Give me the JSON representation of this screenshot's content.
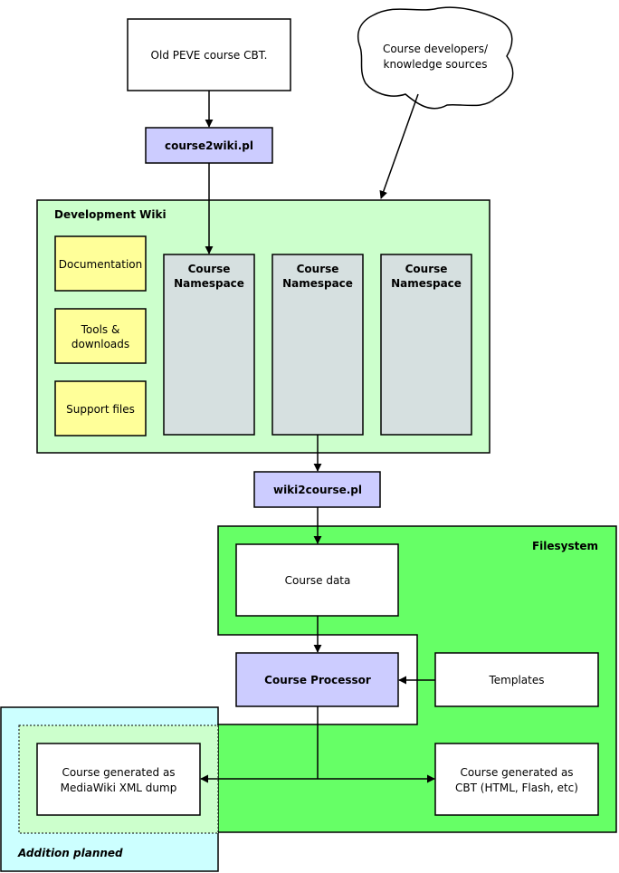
{
  "colors": {
    "dev_wiki_fill": "#ccffcc",
    "filesystem_fill": "#66ff66",
    "addition_fill": "#ccffff",
    "script_fill": "#ccccff",
    "processor_fill": "#ccccff",
    "side_box_fill": "#ffff99",
    "namespace_fill": "#d6e0e0",
    "stroke": "#000000"
  },
  "nodes": {
    "old_cbt": "Old PEVE course CBT.",
    "developers": {
      "line1": "Course developers/",
      "line2": "knowledge sources"
    },
    "course2wiki": "course2wiki.pl",
    "dev_wiki_title": "Development Wiki",
    "documentation": "Documentation",
    "tools": {
      "line1": "Tools &",
      "line2": "downloads"
    },
    "support_files": "Support files",
    "namespaces": [
      {
        "line1": "Course",
        "line2": "Namespace"
      },
      {
        "line1": "Course",
        "line2": "Namespace"
      },
      {
        "line1": "Course",
        "line2": "Namespace"
      }
    ],
    "wiki2course": "wiki2course.pl",
    "filesystem_title": "Filesystem",
    "course_data": "Course data",
    "course_processor": "Course Processor",
    "templates": "Templates",
    "xml_dump": {
      "line1": "Course generated as",
      "line2": "MediaWiki XML dump"
    },
    "cbt_output": {
      "line1": "Course generated as",
      "line2": "CBT (HTML, Flash, etc)"
    },
    "addition_planned": "Addition planned"
  }
}
